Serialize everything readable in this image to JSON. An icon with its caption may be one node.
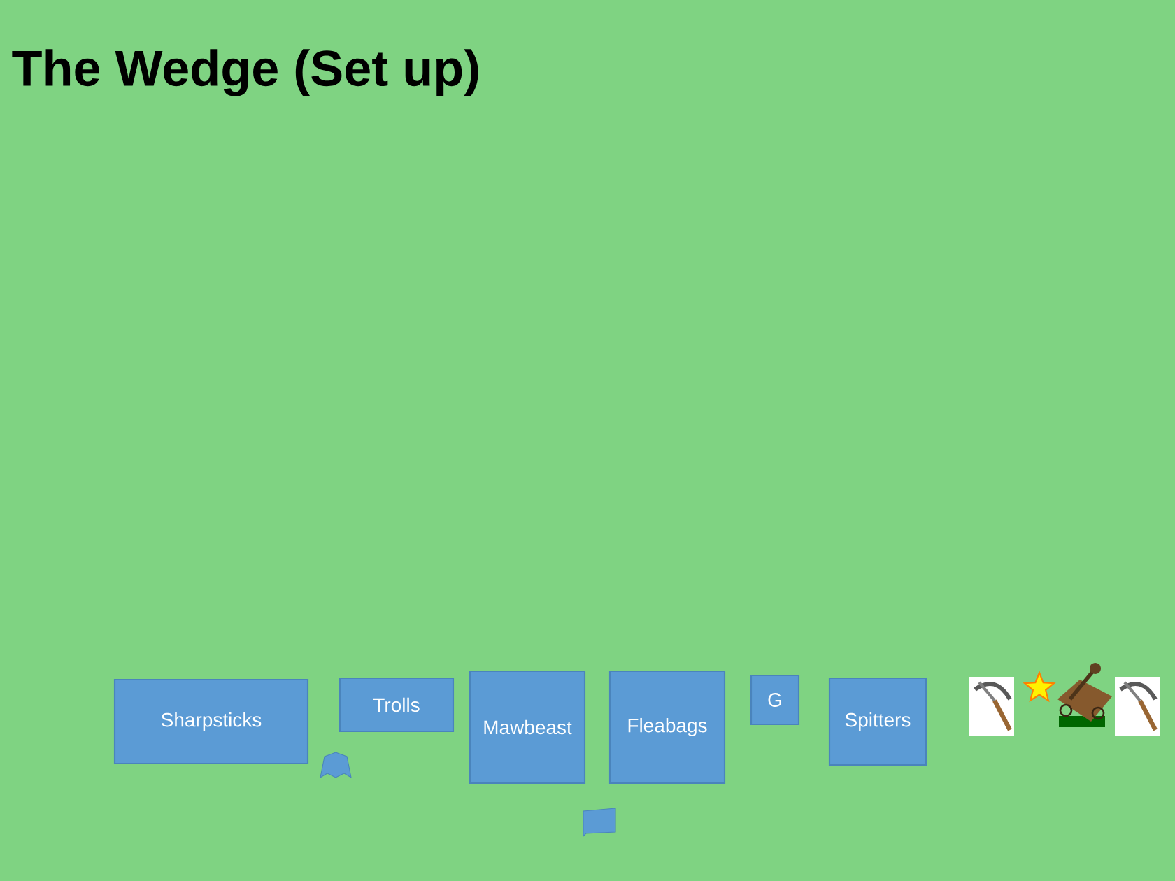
{
  "diagram": {
    "title": "The Wedge (Set up)",
    "nodes": [
      {
        "text": [
          "Sharpsticks"
        ]
      },
      {
        "text": [
          "Trolls"
        ]
      },
      {
        "text": [
          "Mawbeast"
        ]
      },
      {
        "text": [
          "Fleabags"
        ]
      },
      {
        "text": [
          "G"
        ]
      },
      {
        "text": [
          "Spitters"
        ]
      }
    ]
  }
}
